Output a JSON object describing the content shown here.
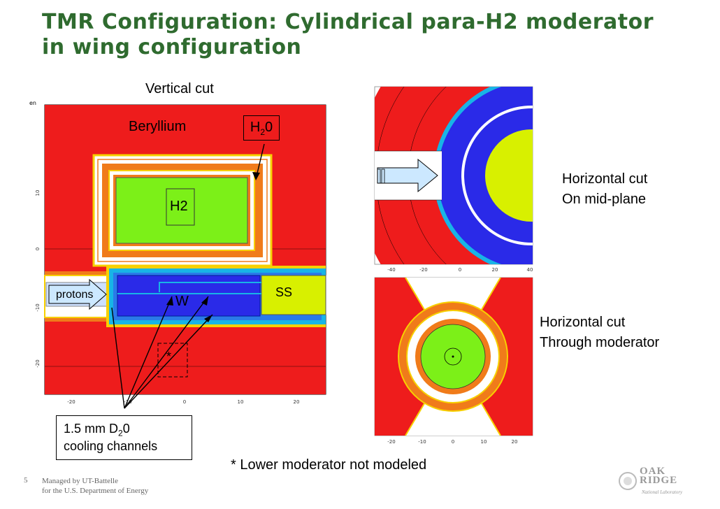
{
  "title": "TMR Configuration: Cylindrical para-H2 moderator in wing configuration",
  "labels": {
    "vertical_cut": "Vertical cut",
    "beryllium": "Beryllium",
    "h2o_main": "H",
    "h2o_sub": "2",
    "h2o_end": "0",
    "h2": "H2",
    "protons": "protons",
    "w": "W",
    "ss": "SS",
    "asterisk": "*",
    "horizontal_cut_1_line1": "Horizontal cut",
    "horizontal_cut_1_line2": "On mid-plane",
    "horizontal_cut_2_line1": "Horizontal cut",
    "horizontal_cut_2_line2": "Through moderator",
    "cooling_pre": "1.5 mm D",
    "cooling_sub": "2",
    "cooling_post": "0",
    "cooling_line2": "cooling channels",
    "note": "* Lower moderator not modeled"
  },
  "axes": {
    "vertical_x_ticks": [
      "-20",
      "-10",
      "0",
      "10",
      "20"
    ],
    "vertical_y_ticks": [
      "10",
      "0",
      "-10",
      "-20"
    ],
    "vertical_y_top": "en",
    "horizontal1_x_ticks": [
      "-40",
      "-20",
      "0",
      "20",
      "40"
    ],
    "horizontal2_x_ticks": [
      "-20",
      "-10",
      "0",
      "10",
      "20"
    ]
  },
  "footer": {
    "slide_number": "5",
    "line1": "Managed by UT-Battelle",
    "line2": "for the U.S. Department of Energy"
  },
  "logo": {
    "line1": "OAK",
    "line2": "RIDGE",
    "line3": "National Laboratory"
  },
  "colors": {
    "title": "#2f6b2f",
    "beryllium": "#ee1c1c",
    "h2o": "#f07b1a",
    "h2": "#7cf018",
    "tungsten": "#2a2ae8",
    "ss": "#d8f000",
    "cooling": "#18b4e6"
  }
}
